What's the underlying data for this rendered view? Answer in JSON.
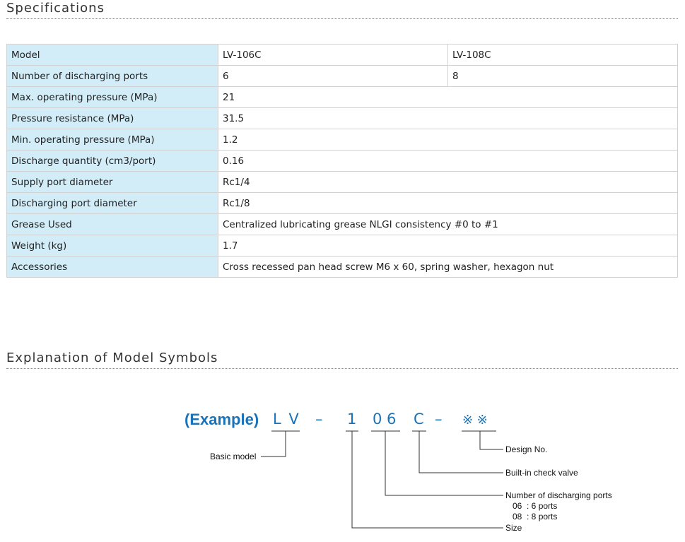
{
  "specifications": {
    "title": "Specifications",
    "rows": [
      {
        "label": "Model",
        "values": [
          "LV-106C",
          "LV-108C"
        ]
      },
      {
        "label": "Number of discharging ports",
        "values": [
          "6",
          "8"
        ]
      },
      {
        "label": "Max. operating pressure (MPa)",
        "values": [
          "21"
        ]
      },
      {
        "label": "Pressure resistance (MPa)",
        "values": [
          "31.5"
        ]
      },
      {
        "label": "Min. operating pressure (MPa)",
        "values": [
          "1.2"
        ]
      },
      {
        "label": "Discharge quantity (cm3/port)",
        "values": [
          "0.16"
        ]
      },
      {
        "label": "Supply port diameter",
        "values": [
          "Rc1/4"
        ]
      },
      {
        "label": "Discharging port diameter",
        "values": [
          "Rc1/8"
        ]
      },
      {
        "label": "Grease Used",
        "values": [
          "Centralized lubricating grease NLGI consistency #0 to #1"
        ]
      },
      {
        "label": "Weight (kg)",
        "values": [
          "1.7"
        ]
      },
      {
        "label": "Accessories",
        "values": [
          "Cross recessed pan head screw M6 x 60, spring washer, hexagon nut"
        ]
      }
    ]
  },
  "model_symbols": {
    "title": "Explanation of Model Symbols",
    "example": "(Example)",
    "symbols": {
      "lv": "L V",
      "dash1": "–",
      "size": "1",
      "ports": "0 6",
      "check": "C",
      "dash2": "–",
      "design": "※ ※"
    },
    "labels": {
      "basic_model": "Basic model",
      "design_no": "Design No.",
      "check_valve": "Built-in check valve",
      "ports_title": "Number of discharging ports",
      "ports_06": "06  : 6 ports",
      "ports_08": "08  : 8 ports",
      "size": "Size"
    }
  },
  "colors": {
    "label_bg": "#d3edf8",
    "symbol_blue": "#1a73b8"
  }
}
